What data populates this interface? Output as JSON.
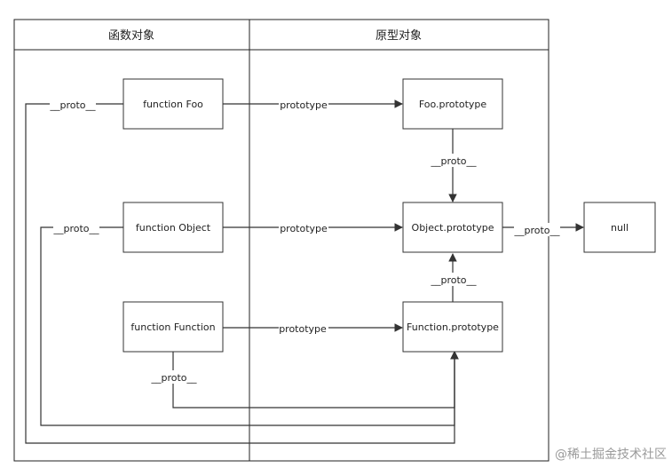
{
  "columns": {
    "left_header": "函数对象",
    "right_header": "原型对象"
  },
  "nodes": {
    "function_foo": "function Foo",
    "function_object": "function Object",
    "function_function": "function Function",
    "foo_prototype": "Foo.prototype",
    "object_prototype": "Object.prototype",
    "function_prototype": "Function.prototype",
    "null_node": "null"
  },
  "edge_labels": {
    "prototype": "prototype",
    "proto": "__proto__"
  },
  "watermark": "@稀土掘金技术社区"
}
